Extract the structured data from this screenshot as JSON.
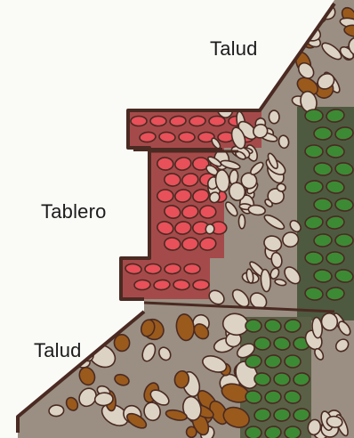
{
  "labels": {
    "upper_talud": "Talud",
    "tablero": "Tablero",
    "lower_talud": "Talud"
  },
  "colors": {
    "background": "#fafaf7",
    "outline": "#4a2a22",
    "rubble_fill": "#9a8f82",
    "tablero_stone": "#e8505a",
    "tablero_fill": "#a54a4a",
    "pale_stone": "#dcd3c4",
    "brown_stone": "#9a5a1c",
    "green_stone": "#3d8a35",
    "green_fill": "#4e5a40"
  }
}
